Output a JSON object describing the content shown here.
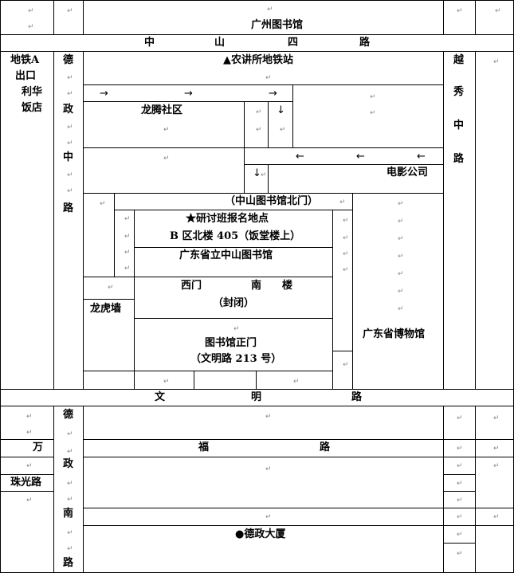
{
  "library_name": "广州图书馆",
  "roads": {
    "zhongshan": [
      "中",
      "山",
      "四",
      "路"
    ],
    "wenming": [
      "文",
      "明",
      "路"
    ],
    "fu": [
      "福",
      "路"
    ],
    "wan": "万",
    "zhuguang": "珠光路",
    "dezheng_upper": [
      "德",
      "政",
      "中",
      "路"
    ],
    "dezheng_lower": [
      "德",
      "政",
      "南",
      "路"
    ],
    "yuexiu": [
      "越",
      "秀",
      "中",
      "路"
    ]
  },
  "left_labels": [
    "地铁A",
    "出口",
    "利华",
    "饭店"
  ],
  "places": {
    "metro_station": "▲农讲所地铁站",
    "longteng": "龙腾社区",
    "cinema": "电影公司",
    "north_gate": "（中山图书馆北门）",
    "seminar_line1": "★研讨班报名地点",
    "seminar_line2": "B 区北楼 405（饭堂楼上）",
    "zhongshan_library": "广东省立中山图书馆",
    "west_gate": "西门",
    "south_building": "南　　楼",
    "closed": "（封闭）",
    "longhu_wall": "龙虎墙",
    "museum": "广东省博物馆",
    "main_gate": "图书馆正门",
    "address": "（文明路 213 号）",
    "dezheng_building": "●德政大厦"
  },
  "para_mark": "↵",
  "arrows": {
    "right": "→",
    "left": "←",
    "down": "↓"
  }
}
